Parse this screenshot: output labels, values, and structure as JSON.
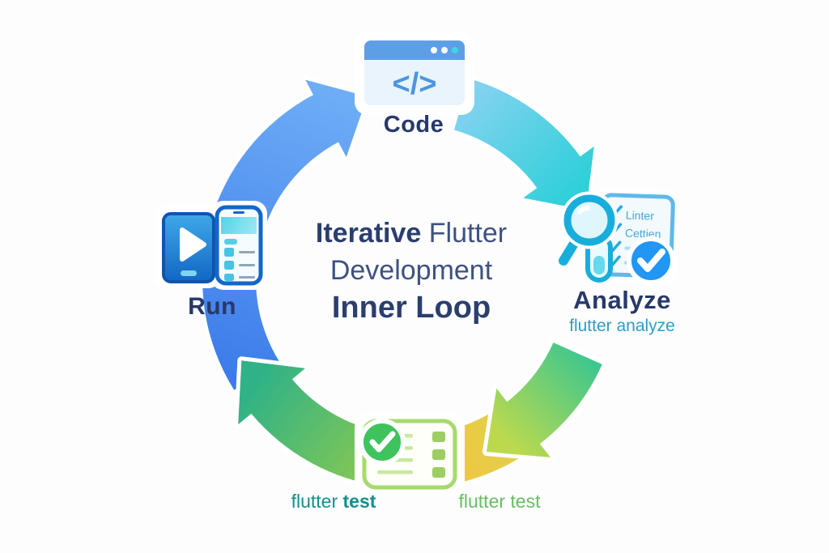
{
  "center": {
    "l1a": "Iterative",
    "l1b": "Flutter",
    "l2": "Development",
    "l3": "Inner Loop"
  },
  "stages": {
    "code": {
      "label": "Code",
      "glyph": "</>"
    },
    "analyze": {
      "label": "Analyze",
      "command": "flutter analyze",
      "doc_items": [
        "Linter",
        "Cettien"
      ]
    },
    "test": {
      "left": {
        "w1": "flutter",
        "w2": "test"
      },
      "right": {
        "w1": "flutter",
        "w2": "test"
      }
    },
    "run": {
      "label": "Run"
    }
  },
  "colors": {
    "arrow_blue_start": "#3b7bea",
    "arrow_blue_end": "#6faef6",
    "arrow_cyan_start": "#8ad2f2",
    "arrow_cyan_end": "#2ed0d9",
    "arrow_green_right_start": "#35c692",
    "arrow_green_right_end": "#bcd94e",
    "arrow_yellow_start": "#d9d44c",
    "arrow_yellow_end": "#f3c542",
    "arrow_green_left_start": "#8fca4d",
    "arrow_green_left_end": "#2fb287",
    "title_navy": "#2b3e6e",
    "analyze_cmd_cyan": "#2d9ec6",
    "test_cmd_teal": "#13908c",
    "test_cmd_green": "#68bf62",
    "badge_blue": "#2196f3",
    "badge_green": "#3ec35d"
  }
}
